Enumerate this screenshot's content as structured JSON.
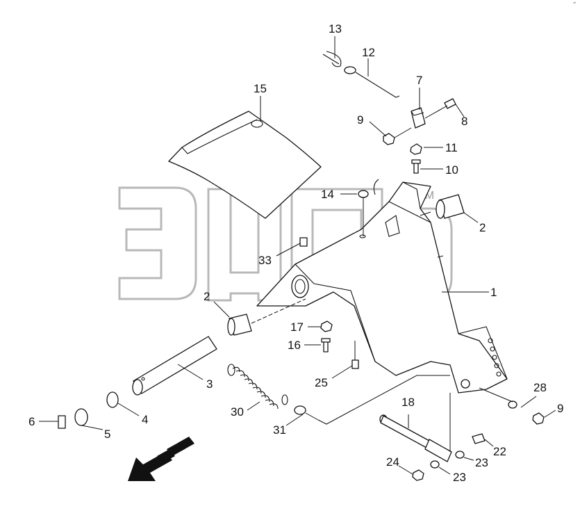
{
  "corner_mark": "•ª",
  "watermark": {
    "text": "ЭЛБ",
    "tm": "TM"
  },
  "callouts": [
    "13",
    "12",
    "7",
    "15",
    "9",
    "8",
    "11",
    "10",
    "14",
    "2",
    "33",
    "1",
    "2",
    "17",
    "16",
    "25",
    "3",
    "30",
    "28",
    "9",
    "4",
    "6",
    "5",
    "31",
    "18",
    "22",
    "23",
    "24",
    "23"
  ]
}
